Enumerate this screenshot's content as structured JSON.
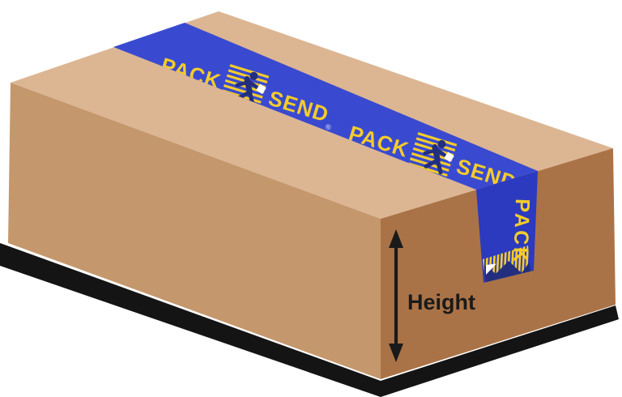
{
  "illustration": {
    "subject": "cardboard-parcel-box-with-branded-tape",
    "dimension_label": {
      "text": "Height"
    }
  },
  "tape": {
    "brand_word_1": "PACK",
    "brand_word_2": "SEND",
    "registered_mark": "®",
    "side_word": "PACK"
  },
  "colors": {
    "background": "#FFFFFF",
    "box_top_face": "#DCB693",
    "box_front_face": "#C4976C",
    "box_right_face": "#AA7347",
    "shadow": "#141414",
    "tape_blue_top": "#3A4AD0",
    "tape_blue_side": "#2C3ABF",
    "logo_yellow": "#F4CC2A",
    "logo_navy": "#232F7E",
    "parcel_white": "#FFFFFF",
    "label_black": "#1A1A1A"
  }
}
